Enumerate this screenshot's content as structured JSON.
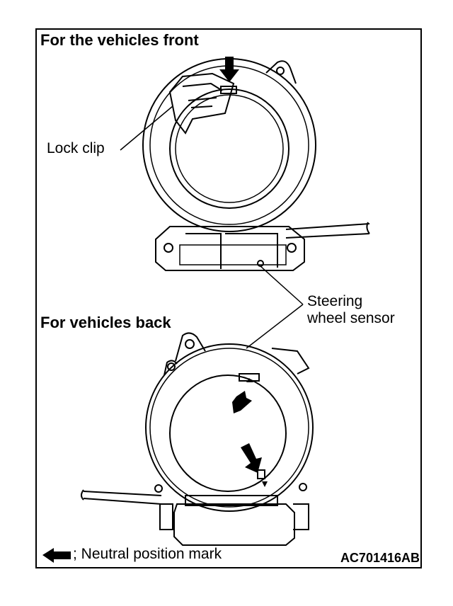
{
  "labels": {
    "front_title": "For the vehicles front",
    "back_title": "For vehicles back",
    "lock_clip": "Lock clip",
    "sensor_line1": "Steering",
    "sensor_line2": "wheel sensor",
    "legend_text": "; Neutral position mark",
    "figure_code": "AC701416AB"
  },
  "colors": {
    "line": "#000000",
    "background": "#ffffff"
  },
  "icons": {
    "legend_arrow": "left-arrow-icon",
    "neutral_marks": "down-arrow-icon"
  }
}
